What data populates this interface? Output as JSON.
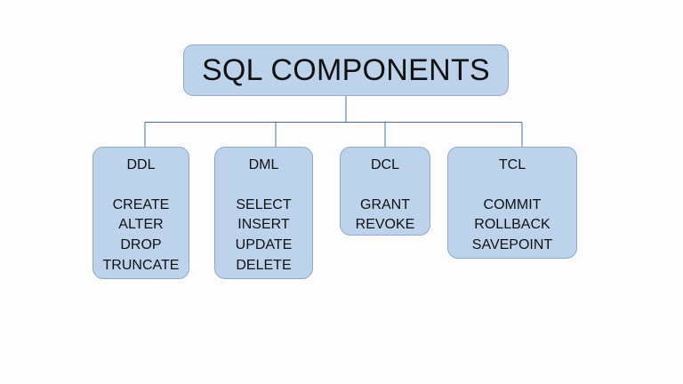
{
  "diagram": {
    "type": "organization-chart",
    "title": "SQL COMPONENTS",
    "background_color": "#ffffff",
    "node_fill_color": "#bdd3eb",
    "node_border_color": "#8fa8c8",
    "connector_color": "#4a6ea8",
    "text_color": "#111111"
  },
  "root": {
    "label": "SQL COMPONENTS"
  },
  "children": [
    {
      "id": "ddl",
      "header": "DDL",
      "commands": [
        "CREATE",
        "ALTER",
        "DROP",
        "TRUNCATE"
      ]
    },
    {
      "id": "dml",
      "header": "DML",
      "commands": [
        "SELECT",
        "INSERT",
        "UPDATE",
        "DELETE"
      ]
    },
    {
      "id": "dcl",
      "header": "DCL",
      "commands": [
        "GRANT",
        "REVOKE"
      ]
    },
    {
      "id": "tcl",
      "header": "TCL",
      "commands": [
        "COMMIT",
        "ROLLBACK",
        "SAVEPOINT"
      ]
    }
  ]
}
